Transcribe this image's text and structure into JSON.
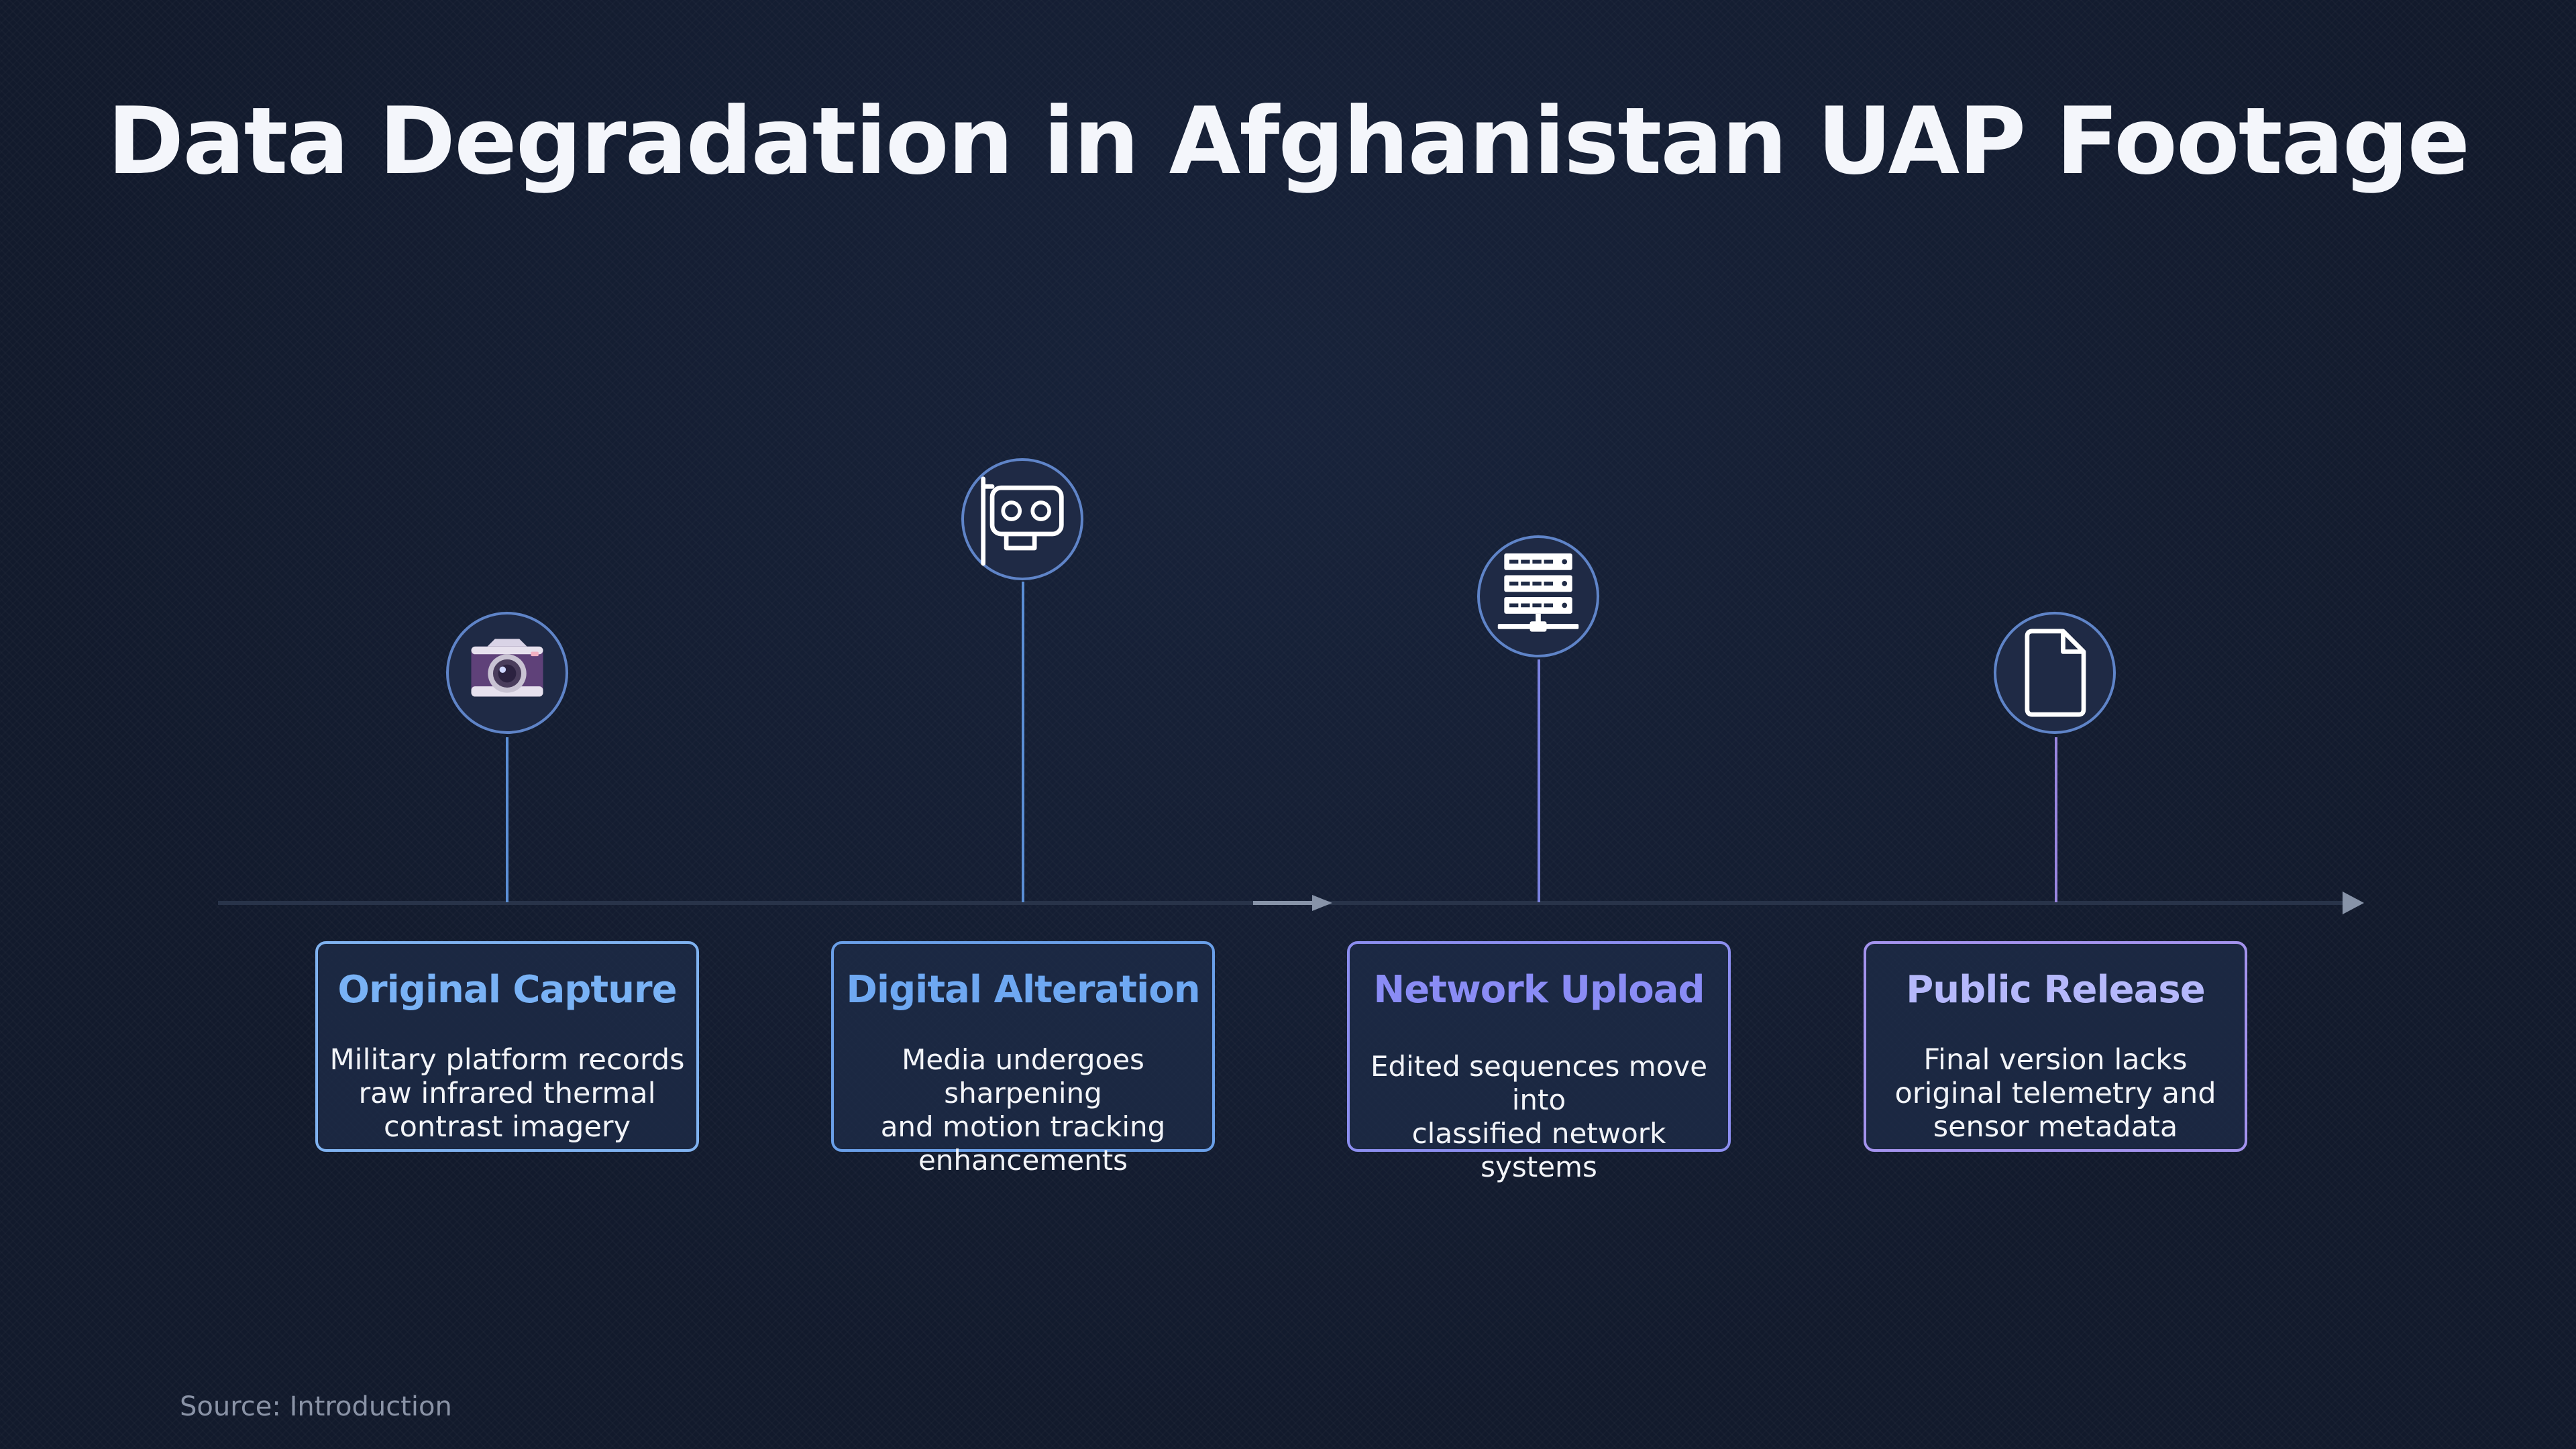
{
  "title": "Data Degradation in Afghanistan UAP Footage",
  "source": "Source: Introduction",
  "colors": {
    "background": "#121a2c",
    "axis": "#283349",
    "blue_accent": "#79b2f5",
    "violet_accent": "#8a8cf5",
    "lavender_accent": "#b5a6f7"
  },
  "steps": [
    {
      "title": "Original Capture",
      "description": "Military platform records\nraw infrared thermal\ncontrast imagery",
      "icon": "camera-icon",
      "title_color": "#79b2f5",
      "border_color": "#7fb2f0",
      "stem_color": "#5b8fd6"
    },
    {
      "title": "Digital Alteration",
      "description": "Media undergoes sharpening\nand motion tracking\nenhancements",
      "icon": "graphics-card-icon",
      "title_color": "#6ea8f2",
      "border_color": "#6a9fe8",
      "stem_color": "#5b8fd6"
    },
    {
      "title": "Network Upload",
      "description": "Edited sequences move into\nclassified network systems",
      "icon": "server-icon",
      "title_color": "#8a8cf5",
      "border_color": "#8c8ef0",
      "stem_color": "#7b82e0"
    },
    {
      "title": "Public Release",
      "description": "Final version lacks\noriginal telemetry and\nsensor metadata",
      "icon": "document-icon",
      "title_color": "#b5b8fb",
      "border_color": "#a493ee",
      "stem_color": "#9a86e0"
    }
  ]
}
